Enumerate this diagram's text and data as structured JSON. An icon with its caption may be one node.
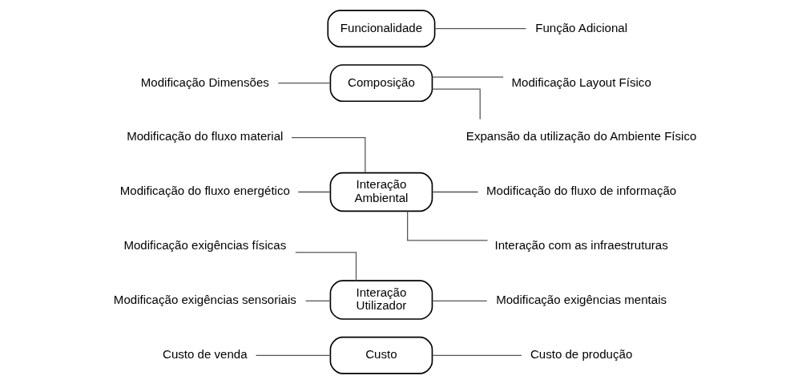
{
  "diagram": {
    "nodes": [
      {
        "text": [
          "Funcionalidade"
        ]
      },
      {
        "text": [
          "Função Adicional"
        ]
      },
      {
        "text": [
          "Modificação Dimensões"
        ]
      },
      {
        "text": [
          "Composição"
        ]
      },
      {
        "text": [
          "Modificação Layout Físico"
        ]
      },
      {
        "text": [
          "Expansão da utilização do Ambiente Físico"
        ]
      },
      {
        "text": [
          "Modificação do fluxo material"
        ]
      },
      {
        "text": [
          "Interação Ambiental"
        ]
      },
      {
        "text": [
          "Modificação do fluxo de informação"
        ]
      },
      {
        "text": [
          "Modificação do fluxo energético"
        ]
      },
      {
        "text": [
          "Interação com as infraestruturas"
        ]
      },
      {
        "text": [
          "Modificação exigências físicas"
        ]
      },
      {
        "text": [
          "Interação Utilizador"
        ]
      },
      {
        "text": [
          "Modificação exigências mentais"
        ]
      },
      {
        "text": [
          "Modificação exigências sensoriais"
        ]
      },
      {
        "text": [
          "Custo de venda"
        ]
      },
      {
        "text": [
          "Custo"
        ]
      },
      {
        "text": [
          "Custo de produção"
        ]
      }
    ],
    "edges": [
      {
        "from": 0,
        "to": 1,
        "arrow": "none"
      },
      {
        "from": 2,
        "to": 3,
        "arrow": "none"
      },
      {
        "from": 3,
        "to": 4,
        "arrow": "none"
      },
      {
        "from": 3,
        "to": 5,
        "arrow": "none"
      },
      {
        "from": 6,
        "to": 7,
        "arrow": "none"
      },
      {
        "from": 9,
        "to": 7,
        "arrow": "none"
      },
      {
        "from": 7,
        "to": 8,
        "arrow": "none"
      },
      {
        "from": 7,
        "to": 10,
        "arrow": "none"
      },
      {
        "from": 11,
        "to": 12,
        "arrow": "none"
      },
      {
        "from": 14,
        "to": 12,
        "arrow": "none"
      },
      {
        "from": 12,
        "to": 13,
        "arrow": "none"
      },
      {
        "from": 15,
        "to": 16,
        "arrow": "none"
      },
      {
        "from": 16,
        "to": 17,
        "arrow": "none"
      }
    ]
  }
}
